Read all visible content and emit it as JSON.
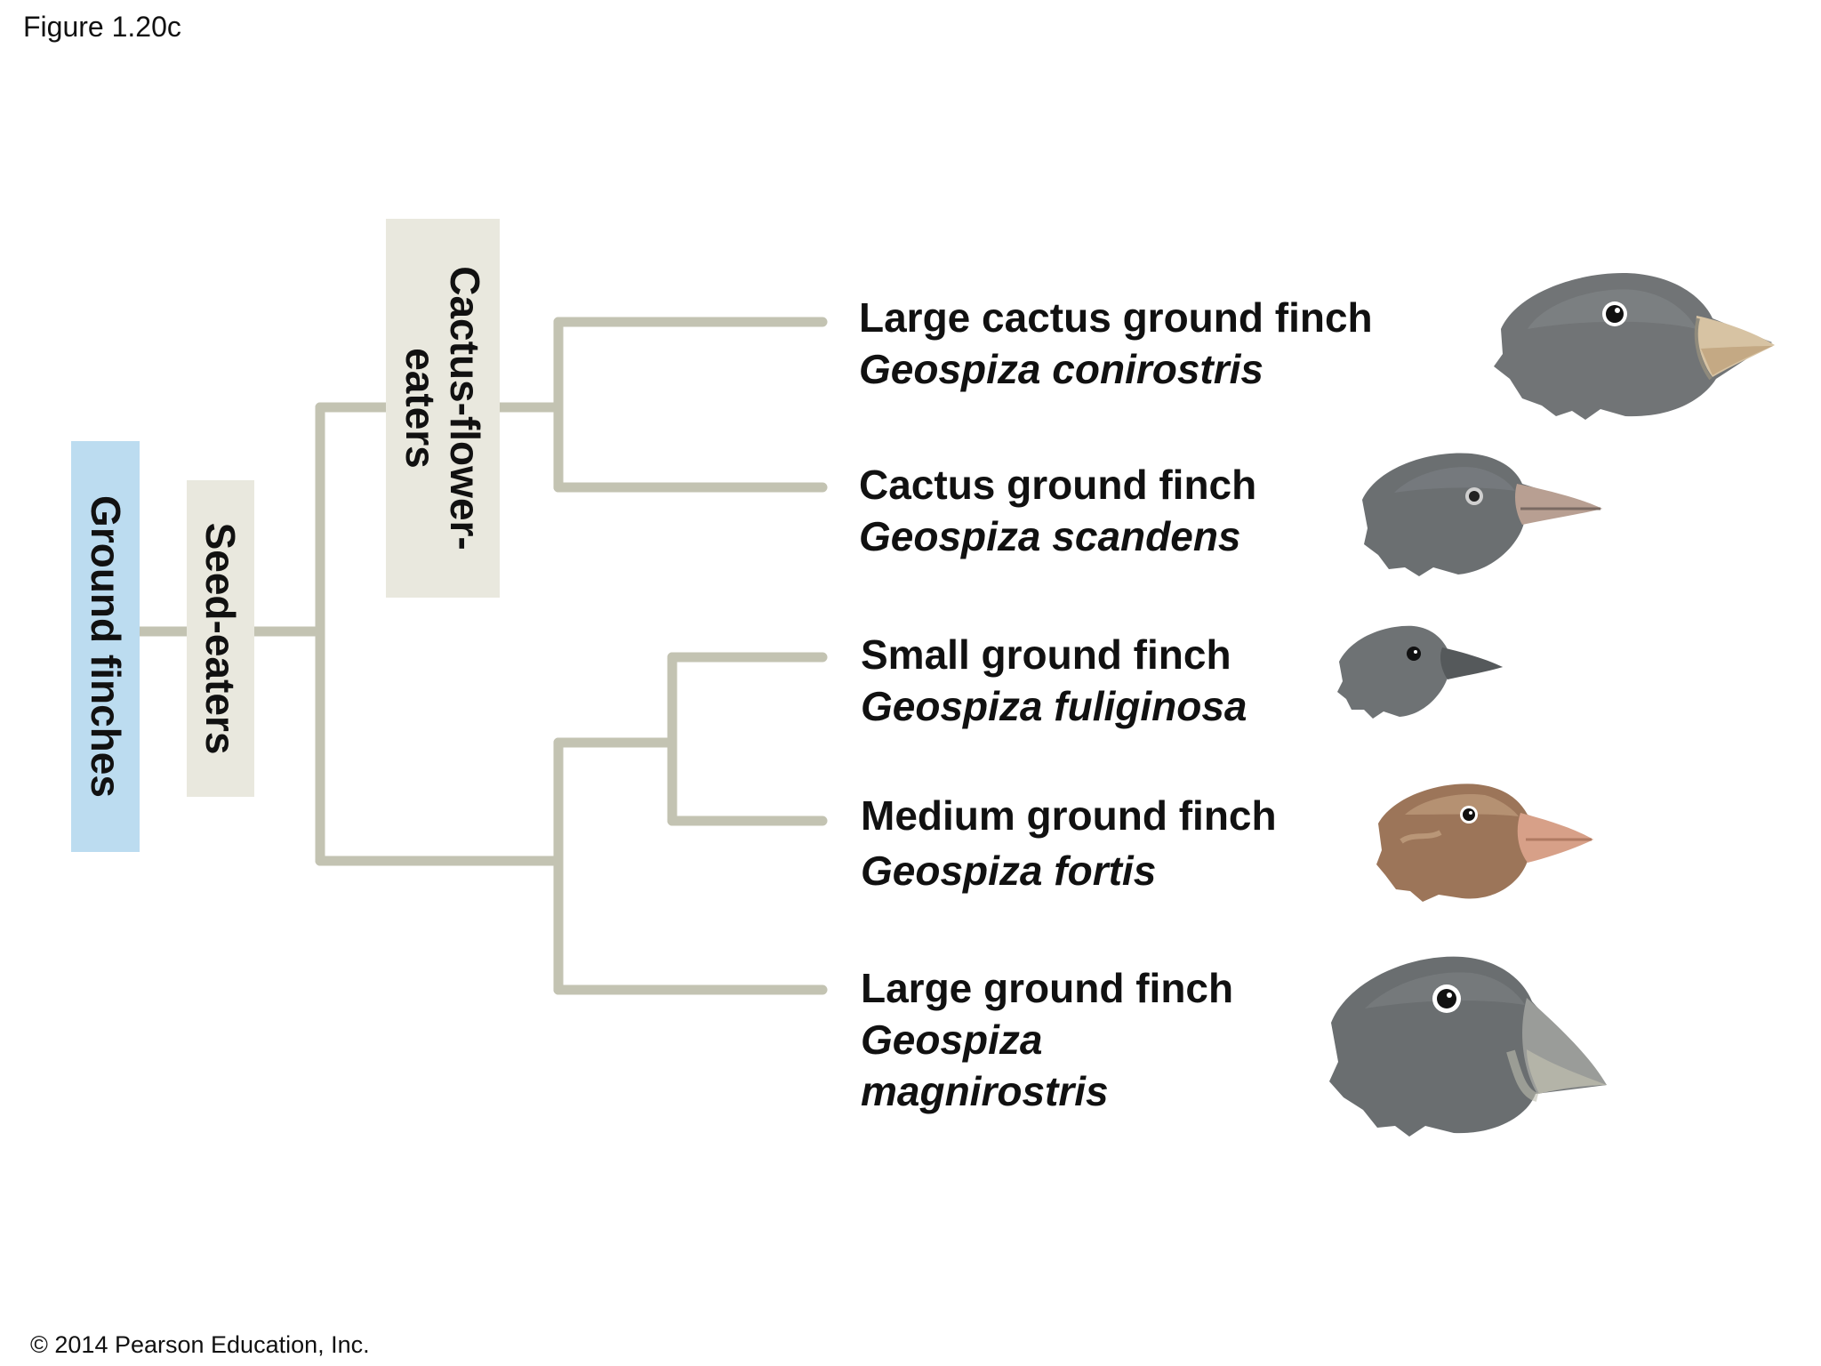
{
  "figure_label": "Figure 1.20c",
  "copyright": "© 2014 Pearson Education, Inc.",
  "colors": {
    "branch": "#c3c3b2",
    "ground_box": "#bcdcf0",
    "seed_box": "#e9e8de",
    "cactus_box": "#e9e8de",
    "background": "#ffffff"
  },
  "groups": {
    "ground_finches": "Ground finches",
    "seed_eaters": "Seed-eaters",
    "cactus_line1": "Cactus-flower-",
    "cactus_line2": "eaters"
  },
  "species": [
    {
      "common": "Large cactus ground finch",
      "scientific": "Geospiza conirostris",
      "head_icon": "large-cactus-ground-finch-head-icon"
    },
    {
      "common": "Cactus ground finch",
      "scientific": "Geospiza scandens",
      "head_icon": "cactus-ground-finch-head-icon"
    },
    {
      "common": "Small ground finch",
      "scientific": "Geospiza fuliginosa",
      "head_icon": "small-ground-finch-head-icon"
    },
    {
      "common": "Medium ground finch",
      "scientific": "Geospiza fortis",
      "head_icon": "medium-ground-finch-head-icon"
    },
    {
      "common": "Large ground finch",
      "scientific_line1": "Geospiza",
      "scientific_line2": "magnirostris",
      "head_icon": "large-ground-finch-head-icon"
    }
  ]
}
